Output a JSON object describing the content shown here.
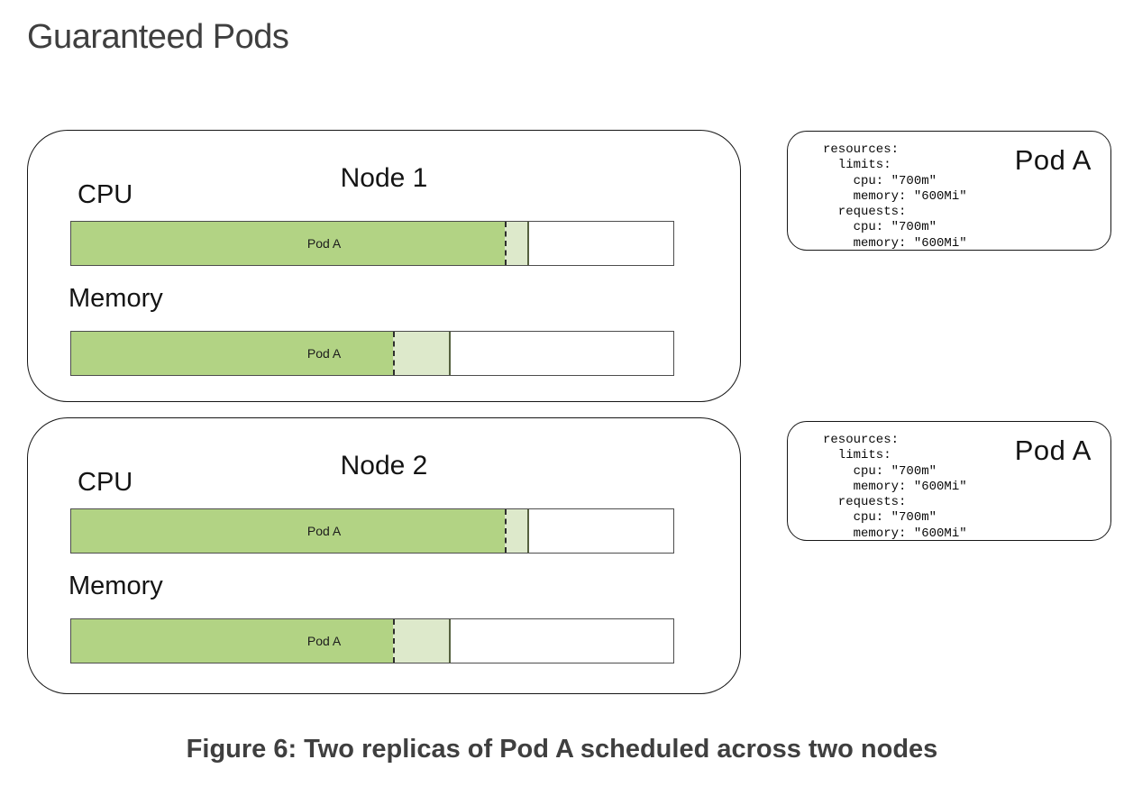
{
  "page": {
    "title": "Guaranteed Pods",
    "caption": "Figure 6: Two replicas of Pod A scheduled across two nodes"
  },
  "colors": {
    "pod_green": "#b2d384",
    "limit_green": "#dde9cb",
    "segment_border": "#55613f",
    "bar_border": "#4d4d4d",
    "box_border": "#161616",
    "text_dark": "#3f3f3f"
  },
  "nodes": [
    {
      "name": "Node 1",
      "bars": [
        {
          "resource": "CPU",
          "pod_label": "Pod A",
          "request_pct": 72,
          "limit_pct": 76
        },
        {
          "resource": "Memory",
          "pod_label": "Pod A",
          "request_pct": 53.5,
          "limit_pct": 63
        }
      ]
    },
    {
      "name": "Node 2",
      "bars": [
        {
          "resource": "CPU",
          "pod_label": "Pod A",
          "request_pct": 72,
          "limit_pct": 76
        },
        {
          "resource": "Memory",
          "pod_label": "Pod A",
          "request_pct": 53.5,
          "limit_pct": 63
        }
      ]
    }
  ],
  "pod_specs": [
    {
      "pod_name": "Pod A",
      "code": "resources:\n  limits:\n    cpu: \"700m\"\n    memory: \"600Mi\"\n  requests:\n    cpu: \"700m\"\n    memory: \"600Mi\""
    },
    {
      "pod_name": "Pod A",
      "code": "resources:\n  limits:\n    cpu: \"700m\"\n    memory: \"600Mi\"\n  requests:\n    cpu: \"700m\"\n    memory: \"600Mi\""
    }
  ]
}
